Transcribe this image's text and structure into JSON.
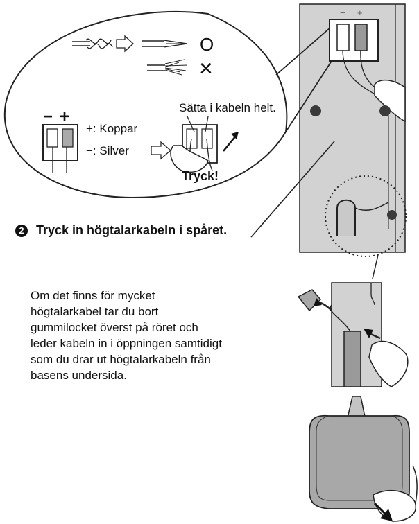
{
  "callout": {
    "ok_symbol": "O",
    "ng_symbol": "✕",
    "insert_instruction": "Sätta i kabeln helt.",
    "terminal_minus": "−",
    "terminal_plus": "+",
    "plus_legend": "+: Koppar",
    "minus_legend": "−: Silver",
    "push": "Tryck!"
  },
  "speaker": {
    "terminal_minus": "−",
    "terminal_plus": "+"
  },
  "step": {
    "number": "2",
    "text": "Tryck in högtalarkabeln i spåret."
  },
  "paragraph": {
    "lines": [
      "Om det finns för mycket",
      "högtalarkabel tar du bort",
      "gummilocket överst på röret och",
      "leder kabeln in i öppningen samtidigt",
      "som du drar ut högtalarkabeln från",
      "basens undersida."
    ]
  },
  "colors": {
    "panel_gray": "#d2d2d2",
    "line": "#222222",
    "dot": "#3a3a3a"
  }
}
